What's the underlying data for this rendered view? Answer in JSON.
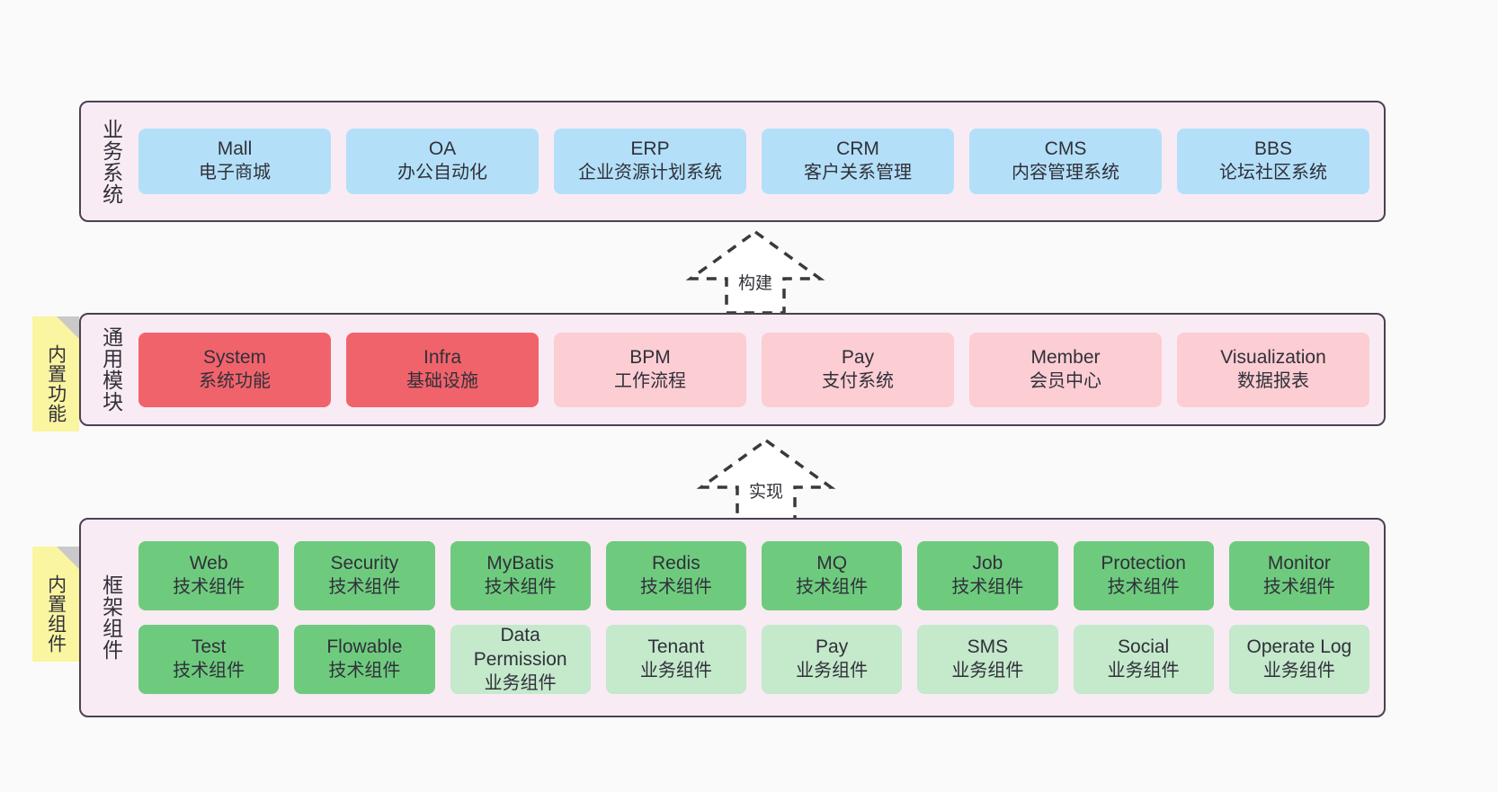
{
  "diagram": {
    "background_color": "#FAFAFA",
    "band_background": "#F9EBF4",
    "band_border": "#4A4250",
    "sticky_color": "#FAF5A0"
  },
  "layers": [
    {
      "id": "business",
      "title": "业务系统",
      "rows": [
        {
          "cards": [
            {
              "en": "Mall",
              "cn": "电子商城",
              "color": "#B3E0F8"
            },
            {
              "en": "OA",
              "cn": "办公自动化",
              "color": "#B3E0F8"
            },
            {
              "en": "ERP",
              "cn": "企业资源计划系统",
              "color": "#B3E0F8"
            },
            {
              "en": "CRM",
              "cn": "客户关系管理",
              "color": "#B3E0F8"
            },
            {
              "en": "CMS",
              "cn": "内容管理系统",
              "color": "#B3E0F8"
            },
            {
              "en": "BBS",
              "cn": "论坛社区系统",
              "color": "#B3E0F8"
            }
          ]
        }
      ]
    },
    {
      "id": "common",
      "title": "通用模块",
      "sticky": "内置功能",
      "rows": [
        {
          "cards": [
            {
              "en": "System",
              "cn": "系统功能",
              "color": "#F1636B"
            },
            {
              "en": "Infra",
              "cn": "基础设施",
              "color": "#F1636B"
            },
            {
              "en": "BPM",
              "cn": "工作流程",
              "color": "#FCCDD3"
            },
            {
              "en": "Pay",
              "cn": "支付系统",
              "color": "#FCCDD3"
            },
            {
              "en": "Member",
              "cn": "会员中心",
              "color": "#FCCDD3"
            },
            {
              "en": "Visualization",
              "cn": "数据报表",
              "color": "#FCCDD3"
            }
          ]
        }
      ]
    },
    {
      "id": "framework",
      "title": "框架组件",
      "sticky": "内置组件",
      "rows": [
        {
          "cards": [
            {
              "en": "Web",
              "cn": "技术组件",
              "color": "#6ECB7E"
            },
            {
              "en": "Security",
              "cn": "技术组件",
              "color": "#6ECB7E"
            },
            {
              "en": "MyBatis",
              "cn": "技术组件",
              "color": "#6ECB7E"
            },
            {
              "en": "Redis",
              "cn": "技术组件",
              "color": "#6ECB7E"
            },
            {
              "en": "MQ",
              "cn": "技术组件",
              "color": "#6ECB7E"
            },
            {
              "en": "Job",
              "cn": "技术组件",
              "color": "#6ECB7E"
            },
            {
              "en": "Protection",
              "cn": "技术组件",
              "color": "#6ECB7E"
            },
            {
              "en": "Monitor",
              "cn": "技术组件",
              "color": "#6ECB7E"
            }
          ]
        },
        {
          "cards": [
            {
              "en": "Test",
              "cn": "技术组件",
              "color": "#6ECB7E"
            },
            {
              "en": "Flowable",
              "cn": "技术组件",
              "color": "#6ECB7E"
            },
            {
              "en": "Data Permission",
              "cn": "业务组件",
              "color": "#C4E9CB"
            },
            {
              "en": "Tenant",
              "cn": "业务组件",
              "color": "#C4E9CB"
            },
            {
              "en": "Pay",
              "cn": "业务组件",
              "color": "#C4E9CB"
            },
            {
              "en": "SMS",
              "cn": "业务组件",
              "color": "#C4E9CB"
            },
            {
              "en": "Social",
              "cn": "业务组件",
              "color": "#C4E9CB"
            },
            {
              "en": "Operate Log",
              "cn": "业务组件",
              "color": "#C4E9CB"
            }
          ]
        }
      ]
    }
  ],
  "connectors": [
    {
      "id": "build",
      "label": "构建",
      "style": "dashed-generalization-up"
    },
    {
      "id": "realize",
      "label": "实现",
      "style": "dashed-generalization-up"
    }
  ]
}
